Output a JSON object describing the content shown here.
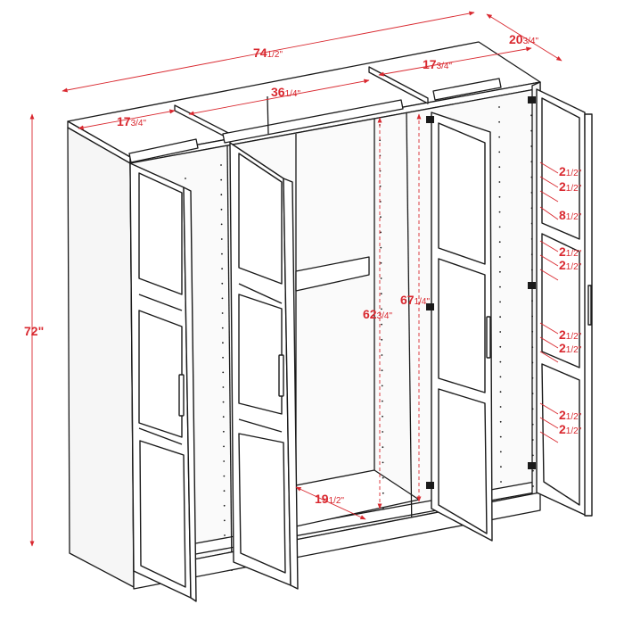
{
  "colors": {
    "dimension": "#d9282f",
    "outline": "#1a1a1a",
    "face": "#ffffff",
    "shade": "#f1f1f1"
  },
  "dimensions": {
    "overall_width": {
      "whole": "74",
      "fraction": "1/2\""
    },
    "overall_depth": {
      "whole": "20",
      "fraction": "3/4\""
    },
    "overall_height": {
      "whole": "72\"",
      "fraction": ""
    },
    "middle_width": {
      "whole": "36",
      "fraction": "1/4\""
    },
    "right_width": {
      "whole": "17",
      "fraction": "3/4\""
    },
    "left_width": {
      "whole": "17",
      "fraction": "3/4\""
    },
    "rod_height": {
      "whole": "62",
      "fraction": "3/4\""
    },
    "interior_height": {
      "whole": "67",
      "fraction": "1/4\""
    },
    "interior_depth": {
      "whole": "19",
      "fraction": "1/2\""
    },
    "shelf_spacing": [
      {
        "whole": "2",
        "fraction": "1/2\""
      },
      {
        "whole": "2",
        "fraction": "1/2\""
      },
      {
        "whole": "8",
        "fraction": "1/2\""
      },
      {
        "whole": "2",
        "fraction": "1/2\""
      },
      {
        "whole": "2",
        "fraction": "1/2\""
      },
      {
        "whole": "2",
        "fraction": "1/2\""
      },
      {
        "whole": "2",
        "fraction": "1/2\""
      },
      {
        "whole": "2",
        "fraction": "1/2\""
      },
      {
        "whole": "2",
        "fraction": "1/2\""
      }
    ]
  }
}
